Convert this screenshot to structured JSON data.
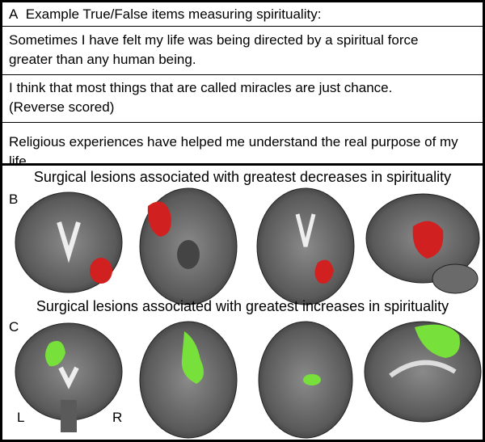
{
  "panel_a": {
    "letter": "A",
    "heading": "Example True/False items measuring spirituality:",
    "items": [
      {
        "line1": "Sometimes I have felt my life was being directed by a spiritual force",
        "line2": "greater than any human being."
      },
      {
        "line1": "I think that most things that are called miracles are just chance.",
        "line2": "(Reverse scored)"
      },
      {
        "line1": "Religious experiences have helped me understand the real purpose of my life.",
        "line2": ""
      }
    ]
  },
  "panel_b": {
    "letter": "B",
    "title": "Surgical lesions associated with greatest decreases in spirituality",
    "lesion_color": "#d0201f"
  },
  "panel_c": {
    "letter": "C",
    "title": "Surgical lesions associated with greatest increases in spirituality",
    "lesion_color": "#77e03a",
    "left_label": "L",
    "right_label": "R"
  }
}
